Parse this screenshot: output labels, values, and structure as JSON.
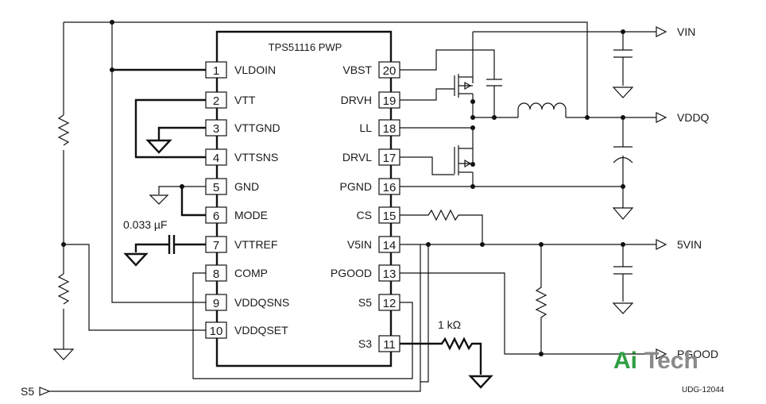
{
  "chip": {
    "title": "TPS51116 PWP",
    "left_pins": [
      {
        "num": "1",
        "name": "VLDOIN"
      },
      {
        "num": "2",
        "name": "VTT"
      },
      {
        "num": "3",
        "name": "VTTGND"
      },
      {
        "num": "4",
        "name": "VTTSNS"
      },
      {
        "num": "5",
        "name": "GND"
      },
      {
        "num": "6",
        "name": "MODE"
      },
      {
        "num": "7",
        "name": "VTTREF"
      },
      {
        "num": "8",
        "name": "COMP"
      },
      {
        "num": "9",
        "name": "VDDQSNS"
      },
      {
        "num": "10",
        "name": "VDDQSET"
      }
    ],
    "right_pins": [
      {
        "num": "20",
        "name": "VBST"
      },
      {
        "num": "19",
        "name": "DRVH"
      },
      {
        "num": "18",
        "name": "LL"
      },
      {
        "num": "17",
        "name": "DRVL"
      },
      {
        "num": "16",
        "name": "PGND"
      },
      {
        "num": "15",
        "name": "CS"
      },
      {
        "num": "14",
        "name": "V5IN"
      },
      {
        "num": "13",
        "name": "PGOOD"
      },
      {
        "num": "12",
        "name": "S5"
      },
      {
        "num": "11",
        "name": "S3"
      }
    ]
  },
  "nets": {
    "vin": "VIN",
    "vddq": "VDDQ",
    "v5in": "5VIN",
    "pgood": "PGOOD",
    "s5": "S5"
  },
  "components": {
    "cap_vttref": "0.033 µF",
    "res_s3": "1 kΩ"
  },
  "figure_id": "UDG-12044",
  "watermark": {
    "part1": "Ai",
    "part2": "Tech"
  }
}
